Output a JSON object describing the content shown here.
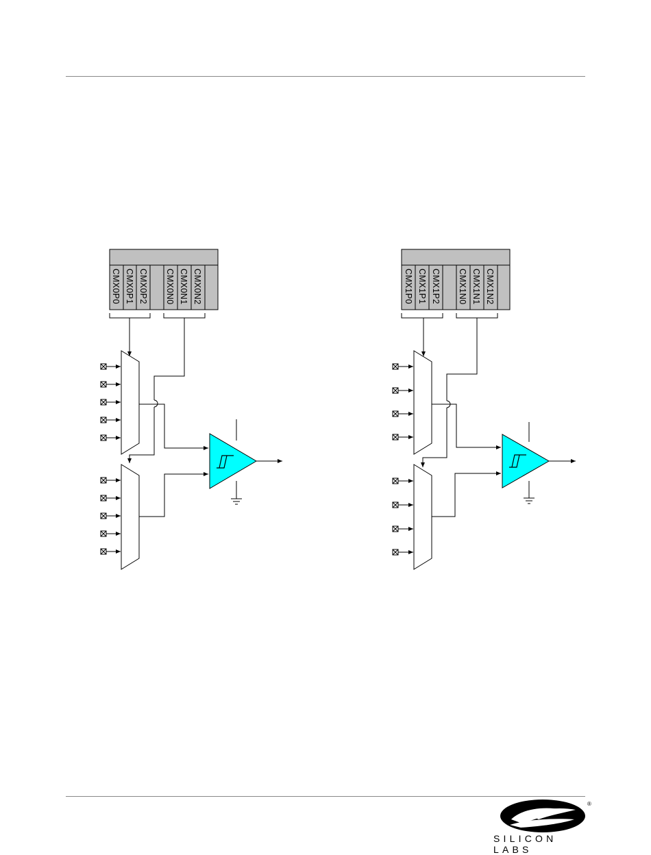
{
  "header": {},
  "diagram": {
    "comparators": [
      {
        "id": "cp0",
        "positive_mux_bits": [
          "CMX0P0",
          "CMX0P1",
          "CMX0P2"
        ],
        "negative_mux_bits": [
          "CMX0N0",
          "CMX0N1",
          "CMX0N2"
        ],
        "positive_inputs": 5,
        "negative_inputs": 5
      },
      {
        "id": "cp1",
        "positive_mux_bits": [
          "CMX1P0",
          "CMX1P1",
          "CMX1P2"
        ],
        "negative_mux_bits": [
          "CMX1N0",
          "CMX1N1",
          "CMX1N2"
        ],
        "positive_inputs": 4,
        "negative_inputs": 4
      }
    ],
    "colors": {
      "register_fill": "#c0c0c0",
      "comparator_fill": "#00ffff",
      "line": "#000000"
    },
    "icons": [
      "input-pin-icon",
      "hysteresis-icon",
      "ground-icon",
      "arrow-icon"
    ]
  },
  "footer": {
    "logo_text": "SILICON LABS",
    "logo_icon": "silicon-labs-logo-icon"
  }
}
